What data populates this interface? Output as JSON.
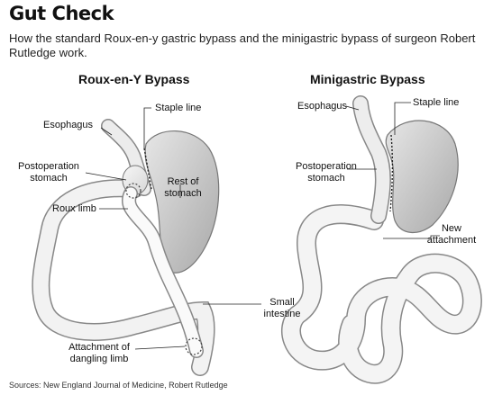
{
  "title": "Gut Check",
  "subtitle": "How the standard Roux-en-y gastric bypass and the minigastric bypass of surgeon Robert Rutledge work.",
  "panels": {
    "left": {
      "title": "Roux-en-Y Bypass",
      "labels": {
        "staple_line": "Staple line",
        "esophagus": "Esophagus",
        "postop_stomach_1": "Postoperation",
        "postop_stomach_2": "stomach",
        "rest_stomach_1": "Rest of",
        "rest_stomach_2": "stomach",
        "roux_limb": "Roux limb",
        "attachment_1": "Attachment of",
        "attachment_2": "dangling limb"
      }
    },
    "shared": {
      "small_intestine_1": "Small",
      "small_intestine_2": "intestine"
    },
    "right": {
      "title": "Minigastric Bypass",
      "labels": {
        "esophagus": "Esophagus",
        "staple_line": "Staple line",
        "postop_stomach_1": "Postoperation",
        "postop_stomach_2": "stomach",
        "new_attachment_1": "New",
        "new_attachment_2": "attachment"
      }
    }
  },
  "source": "Sources: New England Journal of Medicine, Robert Rutledge"
}
